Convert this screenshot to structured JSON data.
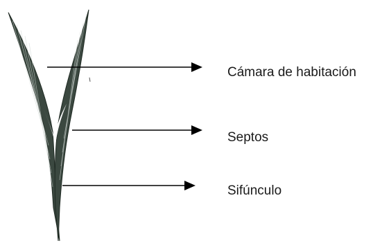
{
  "diagram": {
    "labels": {
      "camara": "Cámara de habitación",
      "septos": "Septos",
      "sifunculo": "Sifúnculo"
    },
    "colors": {
      "shell_fill": "#3b4840",
      "shell_stroke": "#1f2a23",
      "line": "#000000",
      "background": "#ffffff"
    }
  }
}
